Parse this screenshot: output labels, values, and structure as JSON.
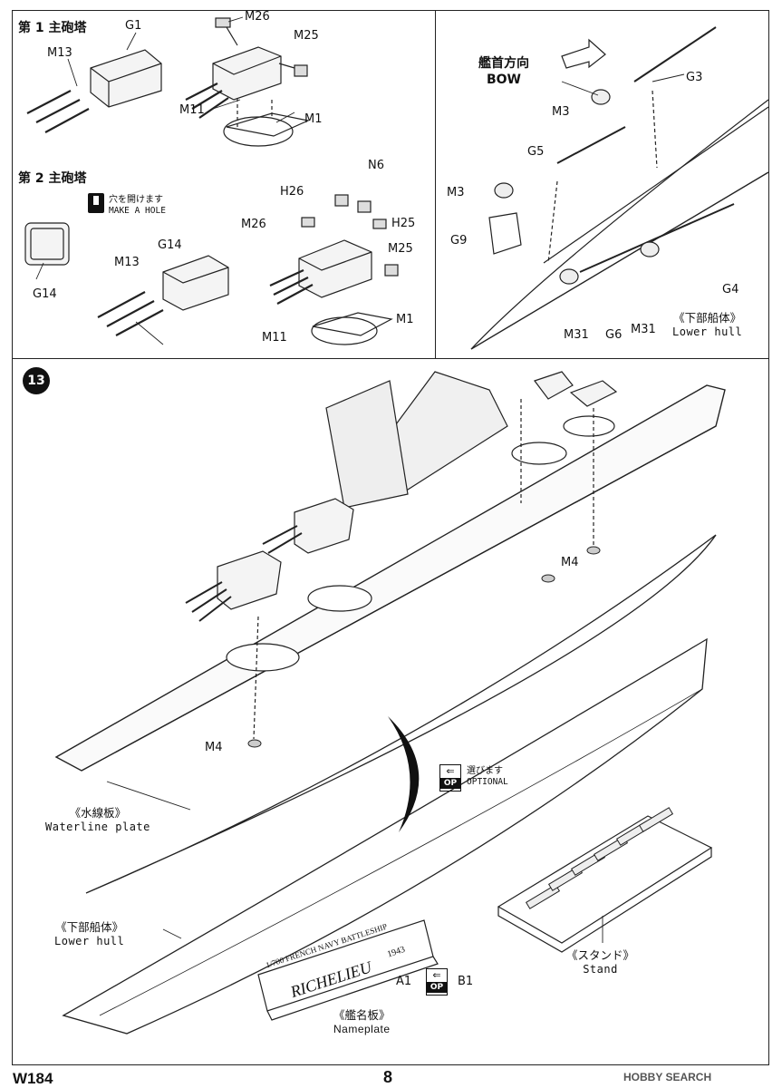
{
  "sections": {
    "turret1": {
      "title": "第 1 主砲塔",
      "parts": [
        "G1",
        "M13",
        "M26",
        "M25",
        "M11",
        "M1"
      ]
    },
    "turret2": {
      "title": "第 2 主砲塔",
      "parts": [
        "N6",
        "H26",
        "H25",
        "M26",
        "M25",
        "G14",
        "M13",
        "M11",
        "M1",
        "G14"
      ],
      "hole_note": {
        "jp": "穴を開けます",
        "en": "MAKE A HOLE"
      }
    },
    "bow": {
      "direction_jp": "艦首方向",
      "direction_en": "BOW",
      "parts": [
        "G3",
        "M3",
        "G5",
        "M3",
        "G9",
        "G4",
        "M31",
        "G6",
        "M31"
      ],
      "lower_hull": {
        "jp": "《下部船体》",
        "en": "Lower hull"
      }
    }
  },
  "step": {
    "number": "13",
    "parts": [
      "M4",
      "M4"
    ],
    "optional": {
      "jp": "選びます",
      "en": "OPTIONAL",
      "badge": "OP"
    },
    "waterline": {
      "jp": "《水線板》",
      "en": "Waterline plate"
    },
    "lower_hull": {
      "jp": "《下部船体》",
      "en": "Lower hull"
    },
    "stand": {
      "jp": "《スタンド》",
      "en": "Stand"
    },
    "nameplate": {
      "jp": "《艦名板》",
      "en": "Nameplate",
      "line1": "1/700 FRENCH NAVY BATTLESHIP",
      "line2": "RICHELIEU",
      "year": "1943",
      "part_a": "A1",
      "part_b": "B1",
      "badge": "OP"
    }
  },
  "footer": {
    "code": "W184",
    "page": "8",
    "brand": "HOBBY SEARCH"
  },
  "icons": [
    "hole-icon",
    "op-arrow-icon",
    "step-badge-icon"
  ]
}
